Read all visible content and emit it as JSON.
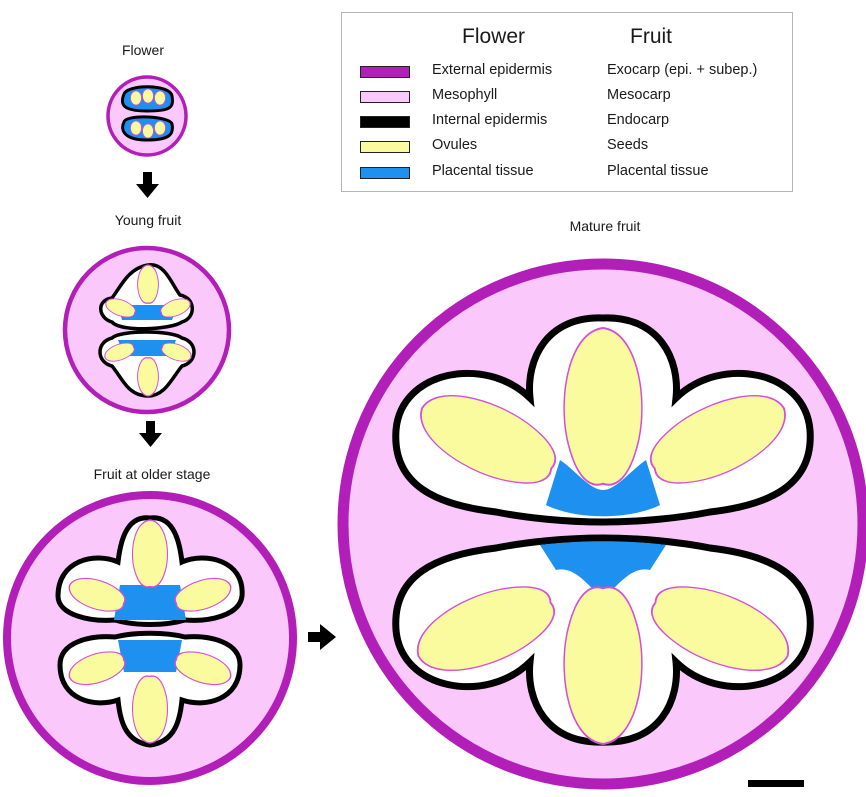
{
  "stages": {
    "flower": "Flower",
    "young_fruit": "Young fruit",
    "older_fruit": "Fruit at older stage",
    "mature_fruit": "Mature fruit"
  },
  "legend": {
    "header_flower": "Flower",
    "header_fruit": "Fruit",
    "rows": [
      {
        "flower": "External epidermis",
        "fruit": "Exocarp (epi. + subep.)",
        "color": "#b21fb8"
      },
      {
        "flower": "Mesophyll",
        "fruit": "Mesocarp",
        "color": "#fbc8fb"
      },
      {
        "flower": "Internal epidermis",
        "fruit": "Endocarp",
        "color": "#000000"
      },
      {
        "flower": "Ovules",
        "fruit": "Seeds",
        "color": "#fafa9e"
      },
      {
        "flower": "Placental tissue",
        "fruit": "Placental tissue",
        "color": "#1e90f0"
      }
    ]
  },
  "colors": {
    "exocarp": "#b21fb8",
    "mesocarp": "#fbc8fb",
    "endocarp": "#000000",
    "seed": "#fafa9e",
    "seed_outline": "#d64fd6",
    "placenta": "#1e90f0",
    "arrow": "#000000"
  }
}
